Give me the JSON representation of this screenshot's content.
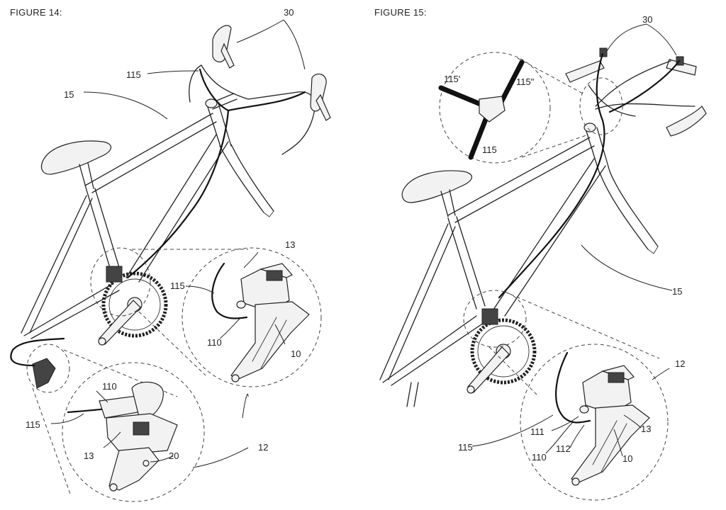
{
  "figures": [
    {
      "title": "FIGURE 14:",
      "labels": {
        "l30": "30",
        "l115_top": "115",
        "l15": "15",
        "l13_right": "13",
        "l115_mid": "115",
        "l110_right": "110",
        "l10": "10",
        "l110_bottom": "110",
        "l115_bottom": "115",
        "l13_bottom": "13",
        "l20": "20",
        "l12": "12"
      }
    },
    {
      "title": "FIGURE 15:",
      "labels": {
        "l30": "30",
        "l115p": "115'",
        "l115pp": "115\"",
        "l115_inset": "115",
        "l15": "15",
        "l12": "12",
        "l111": "111",
        "l115": "115",
        "l112": "112",
        "l13": "13",
        "l110": "110",
        "l10": "10"
      }
    }
  ]
}
